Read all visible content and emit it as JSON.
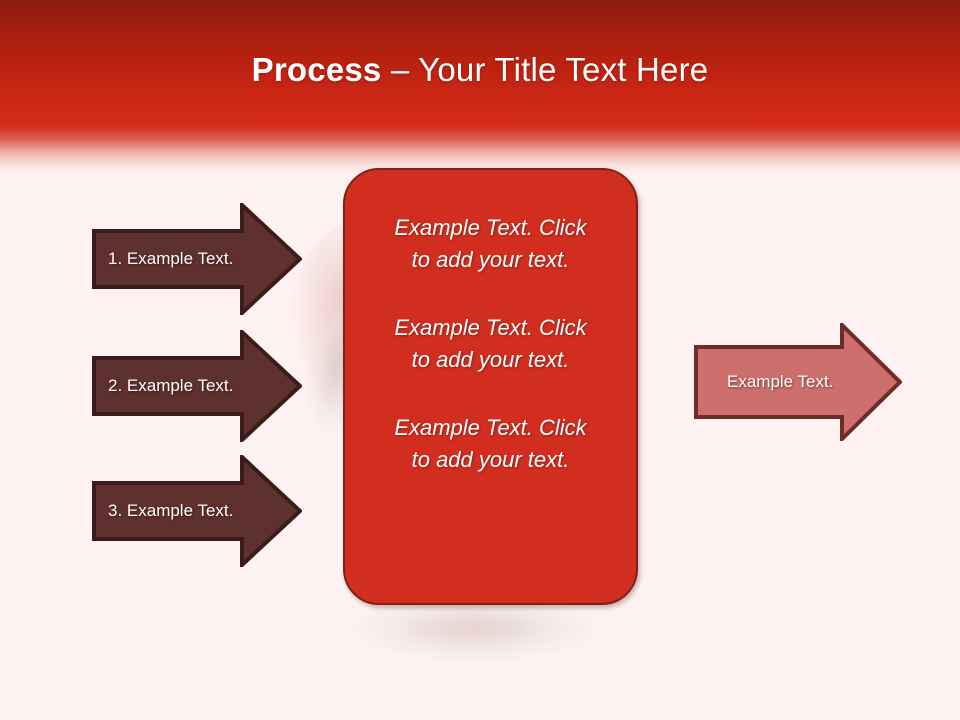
{
  "slide": {
    "title": {
      "bold_part": "Process ",
      "rest": "– Your Title Text Here",
      "full": "Process – Your Title Text Here"
    },
    "background_color": "#fdf2f1",
    "header": {
      "gradient_top_color": "#8e1a10",
      "gradient_mid_color": "#d32a18",
      "title_color": "#ffffff"
    }
  },
  "input_arrows": [
    {
      "label": "1. Example Text.",
      "fill": "#5e312e",
      "stroke": "#3a1d1b",
      "text_color": "#ffffff"
    },
    {
      "label": "2. Example Text.",
      "fill": "#5e312e",
      "stroke": "#3a1d1b",
      "text_color": "#ffffff"
    },
    {
      "label": "3. Example Text.",
      "fill": "#5e312e",
      "stroke": "#3a1d1b",
      "text_color": "#ffffff"
    }
  ],
  "center_box": {
    "fill": "#d22e20",
    "stroke": "#7a2418",
    "text_color": "#ffffff",
    "blocks": [
      "Example Text. Click  to add your text.",
      "Example Text. Click  to add your text.",
      "Example Text. Click  to add your text."
    ]
  },
  "output_arrow": {
    "label": "Example Text.",
    "fill": "#cd6f6d",
    "stroke": "#6f2b28",
    "text_color": "#ffffff"
  }
}
